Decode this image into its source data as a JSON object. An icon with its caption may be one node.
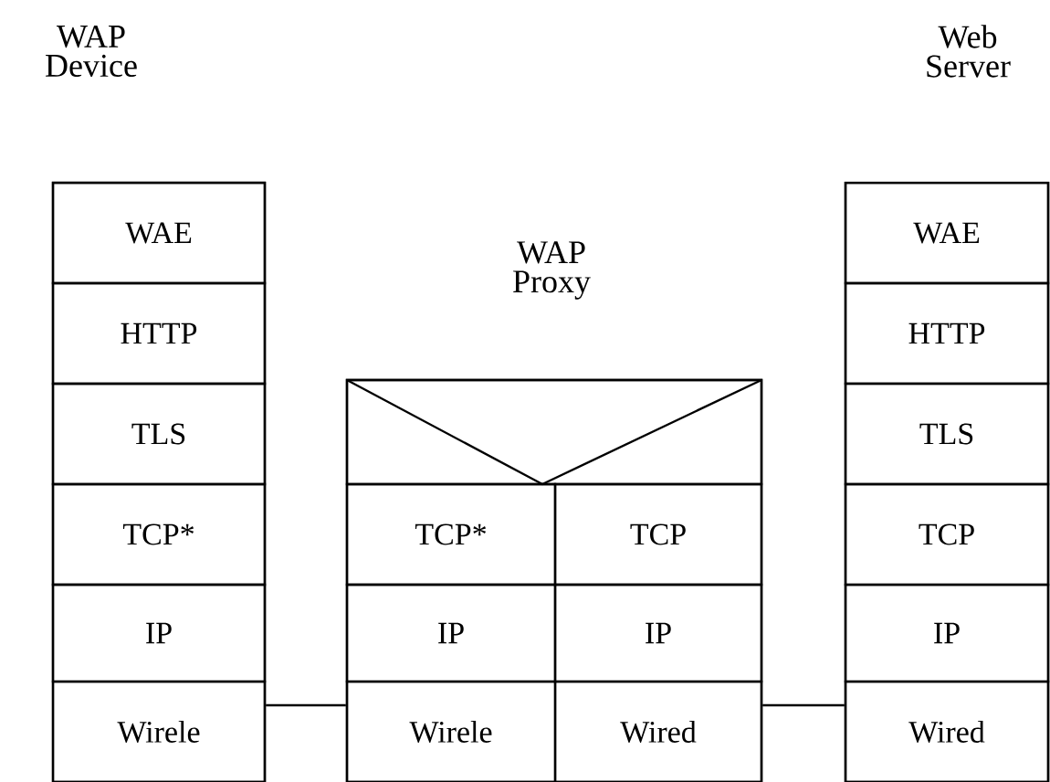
{
  "diagram": {
    "nodes": [
      {
        "text": [
          "WAP Device"
        ]
      },
      {
        "text": [
          "WAE"
        ],
        "in": 0
      },
      {
        "text": [
          "HTTP"
        ],
        "in": 0
      },
      {
        "text": [
          "TLS"
        ],
        "in": 0
      },
      {
        "text": [
          "TCP*"
        ],
        "in": 0
      },
      {
        "text": [
          "IP"
        ],
        "in": 0
      },
      {
        "text": [
          "Wirele"
        ],
        "in": 0
      },
      {
        "text": [
          "WAP Proxy"
        ]
      },
      {
        "text": [],
        "shape": "box",
        "in": 7
      },
      {
        "text": [
          "TCP*"
        ],
        "in": 7
      },
      {
        "text": [
          "TCP"
        ],
        "in": 7
      },
      {
        "text": [
          "IP"
        ],
        "in": 7
      },
      {
        "text": [
          "IP"
        ],
        "in": 7
      },
      {
        "text": [
          "Wirele"
        ],
        "in": 7
      },
      {
        "text": [
          "Wired"
        ],
        "in": 7
      },
      {
        "text": [
          "Web Server"
        ]
      },
      {
        "text": [
          "WAE"
        ],
        "in": 15
      },
      {
        "text": [
          "HTTP"
        ],
        "in": 15
      },
      {
        "text": [
          "TLS"
        ],
        "in": 15
      },
      {
        "text": [
          "TCP"
        ],
        "in": 15
      },
      {
        "text": [
          "IP"
        ],
        "in": 15
      },
      {
        "text": [
          "Wired"
        ],
        "in": 15
      }
    ],
    "edges": [
      {
        "from": 6,
        "to": 13,
        "arrow": "none"
      },
      {
        "from": 14,
        "to": 21,
        "arrow": "none"
      }
    ]
  }
}
